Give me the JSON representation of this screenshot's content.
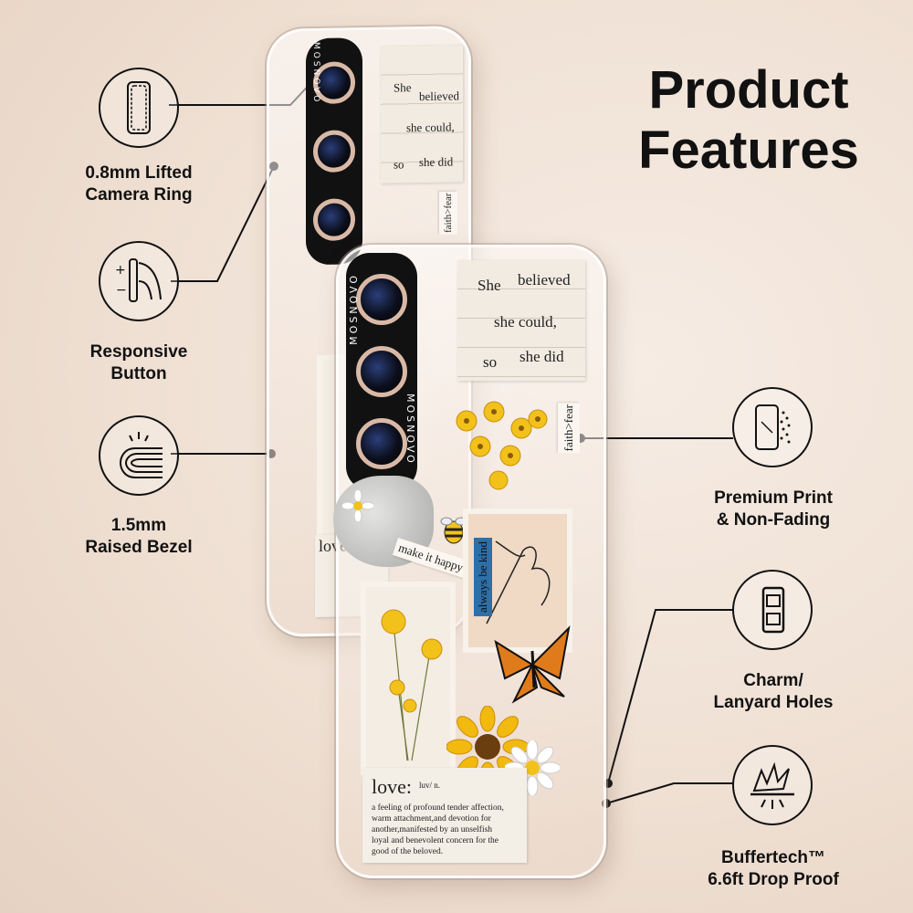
{
  "title": {
    "line1": "Product",
    "line2": "Features"
  },
  "brand": "MOSNOVO",
  "features_left": [
    {
      "line1": "0.8mm Lifted",
      "line2": "Camera Ring",
      "icon": "phone-outline-icon"
    },
    {
      "line1": "Responsive",
      "line2": "Button",
      "icon": "finger-press-button-icon"
    },
    {
      "line1": "1.5mm",
      "line2": "Raised Bezel",
      "icon": "raised-bezel-icon"
    }
  ],
  "features_right": [
    {
      "line1": "Premium Print",
      "line2": "& Non-Fading",
      "icon": "phone-print-icon"
    },
    {
      "line1": "Charm/",
      "line2": "Lanyard Holes",
      "icon": "lanyard-hole-icon"
    },
    {
      "line1": "Buffertech™",
      "line2": "6.6ft Drop Proof",
      "icon": "impact-shock-icon"
    }
  ],
  "case_print": {
    "note": {
      "w1": "She",
      "w2": "believed",
      "w3": "she could,",
      "w4": "so",
      "w5": "she did"
    },
    "faith_tag": "faith>fear",
    "happy_tag": "make it happy",
    "kind_tag": "always be kind",
    "love_word": "love:",
    "love_pos": "luv/ n.",
    "love_definition": [
      "a feeling of profound tender affection,",
      "warm attachment,and devotion for",
      "another,manifested by an unselfish",
      "loyal and benevolent concern for the",
      "good of the beloved."
    ],
    "back_love_word": "love:"
  },
  "colors": {
    "accent": "#111111",
    "flower": "#f2c21b",
    "butterfly": "#e07b1c"
  }
}
